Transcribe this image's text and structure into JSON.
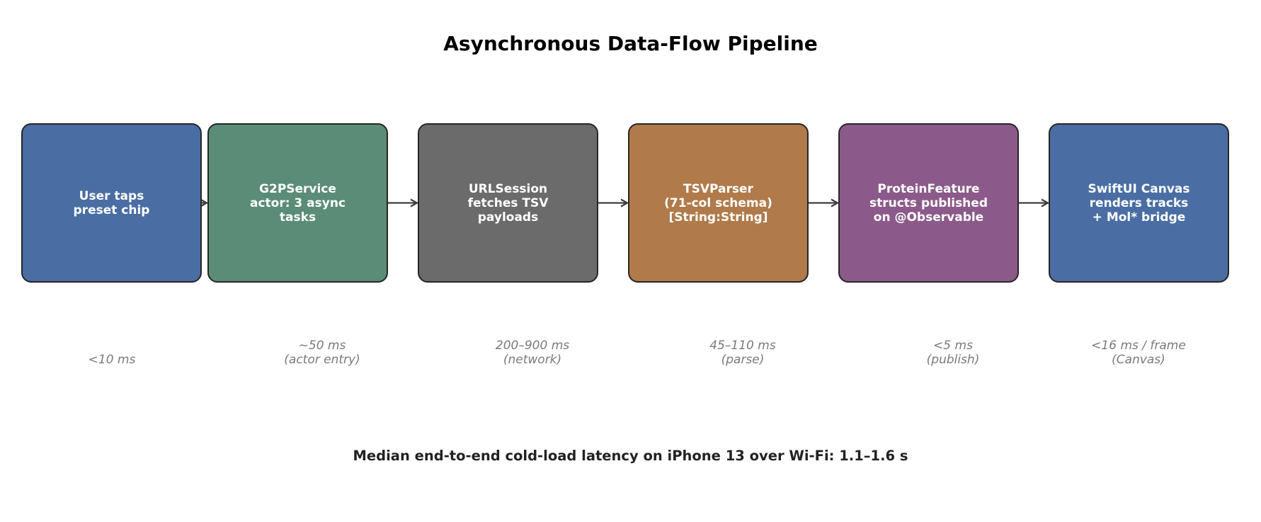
{
  "title": "Asynchronous Data-Flow Pipeline",
  "stages": [
    {
      "label": "User taps\npreset chip",
      "latency": "<10 ms",
      "color": "#4a6ea3"
    },
    {
      "label": "G2PService\nactor: 3 async\ntasks",
      "latency": "~50 ms\n(actor entry)",
      "color": "#5b8c78"
    },
    {
      "label": "URLSession\nfetches TSV\npayloads",
      "latency": "200–900 ms\n(network)",
      "color": "#6b6b6b"
    },
    {
      "label": "TSVParser\n(71-col schema)\n[String:String]",
      "latency": "45–110 ms\n(parse)",
      "color": "#b07a4a"
    },
    {
      "label": "ProteinFeature\nstructs published\non @Observable",
      "latency": "<5 ms\n(publish)",
      "color": "#8b5a8a"
    },
    {
      "label": "SwiftUI Canvas\nrenders tracks\n+ Mol* bridge",
      "latency": "<16 ms / frame\n(Canvas)",
      "color": "#4a6ea3"
    }
  ],
  "footer": "Median end-to-end cold-load latency on iPhone 13 over Wi-Fi: 1.1–1.6 s"
}
